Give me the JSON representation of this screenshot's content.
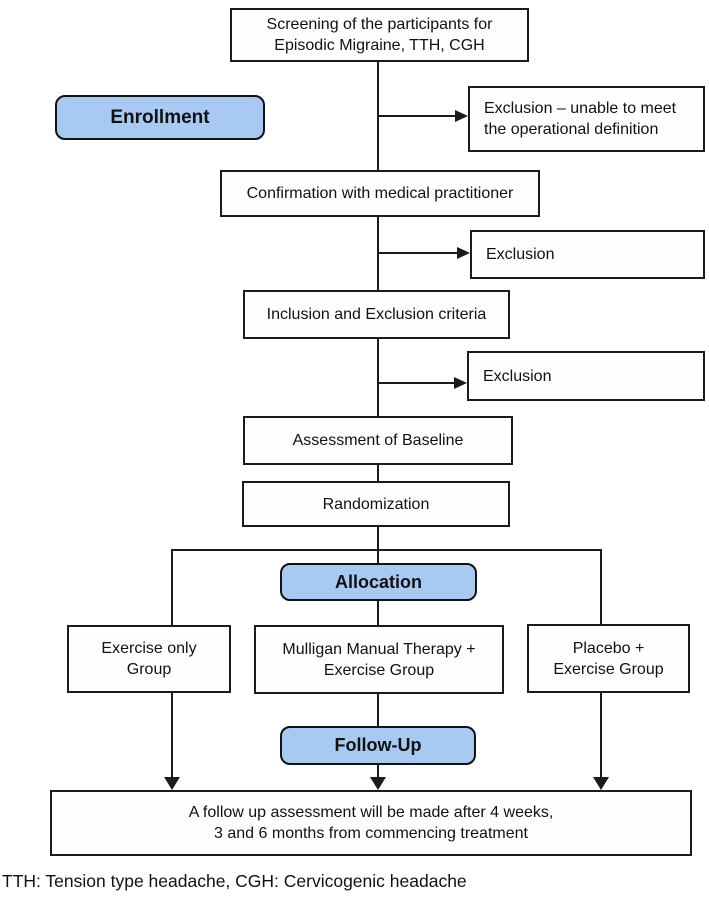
{
  "colors": {
    "stage_fill": "#a8caf2",
    "box_border": "#1b1b1b",
    "box_fill": "#fefefe"
  },
  "nodes": {
    "screening": {
      "lines": [
        "Screening of the participants for",
        "Episodic Migraine, TTH, CGH"
      ]
    },
    "enrollment": {
      "label": "Enrollment"
    },
    "exclusion_operational": {
      "lines": [
        "Exclusion – unable to meet",
        "the operational definition"
      ]
    },
    "confirmation": {
      "label": "Confirmation with medical practitioner"
    },
    "exclusion_2": {
      "label": "Exclusion"
    },
    "inclusion_exclusion": {
      "label": "Inclusion and Exclusion criteria"
    },
    "exclusion_3": {
      "label": "Exclusion"
    },
    "assessment_baseline": {
      "label": "Assessment of Baseline"
    },
    "randomization": {
      "label": "Randomization"
    },
    "allocation": {
      "label": "Allocation"
    },
    "group_exercise": {
      "lines": [
        "Exercise only",
        "Group"
      ]
    },
    "group_mulligan": {
      "lines": [
        "Mulligan Manual Therapy +",
        "Exercise Group"
      ]
    },
    "group_placebo": {
      "lines": [
        "Placebo +",
        "Exercise Group"
      ]
    },
    "followup": {
      "label": "Follow-Up"
    },
    "followup_assessment": {
      "lines": [
        "A follow up assessment will be made after 4 weeks,",
        "3 and 6 months from commencing treatment"
      ]
    }
  },
  "footnote": "TTH: Tension type headache, CGH: Cervicogenic headache"
}
